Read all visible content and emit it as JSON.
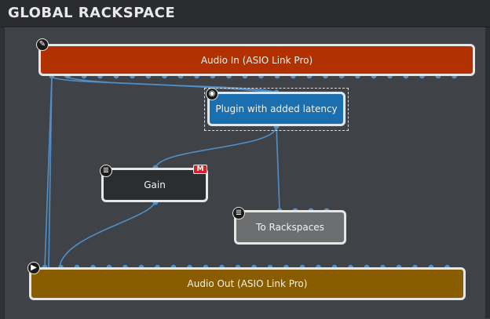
{
  "window": {
    "title": "GLOBAL RACKSPACE"
  },
  "blocks": {
    "audio_in": {
      "label": "Audio In (ASIO Link Pro)",
      "icon": "edit-pencil-icon",
      "color": "#b23100"
    },
    "plugin": {
      "label": "Plugin with added latency",
      "icon": "plugin-dial-icon",
      "color": "#1b6fae"
    },
    "gain": {
      "label": "Gain",
      "icon": "mixer-sliders-icon",
      "mute_badge": "M",
      "color": "#2c2d30"
    },
    "to_rackspaces": {
      "label": "To Rackspaces",
      "icon": "mixer-sliders-icon",
      "color": "#6d6e70"
    },
    "audio_out": {
      "label": "Audio Out (ASIO Link Pro)",
      "icon": "play-circle-icon",
      "color": "#8a5c00"
    }
  },
  "colors": {
    "wire": "#4f8fca",
    "canvas": "#3f4246"
  }
}
